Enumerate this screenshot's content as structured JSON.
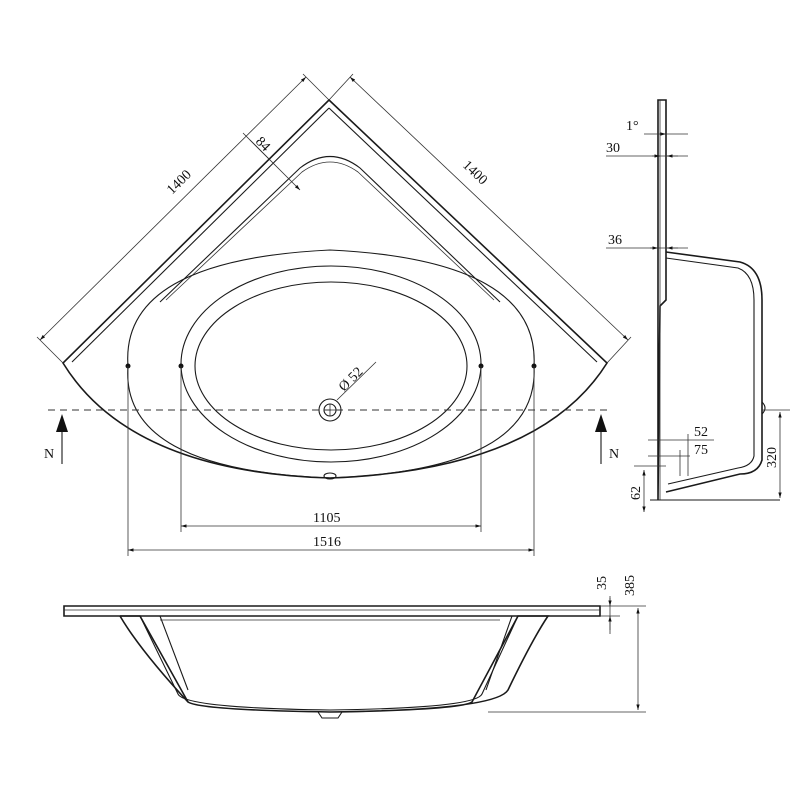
{
  "labels": {
    "top_left": "1400",
    "top_right": "1400",
    "rim_width": "84",
    "drain_diameter": "52",
    "inner_width": "1105",
    "outer_width": "1516",
    "section_left": "N",
    "section_right": "N",
    "angle": "1°",
    "side_30": "30",
    "side_36": "36",
    "side_52": "52",
    "side_75": "75",
    "side_62": "62",
    "side_320": "320",
    "front_35": "35",
    "front_385": "385"
  },
  "drawing": {
    "line_color": "#1a1a1a"
  }
}
